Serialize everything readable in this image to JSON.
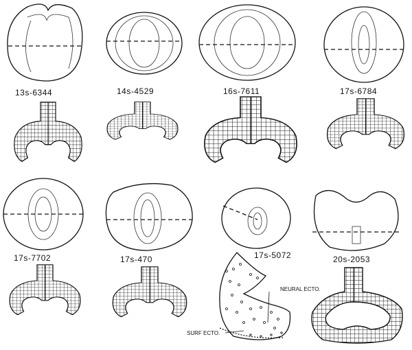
{
  "figure": {
    "panels": [
      {
        "label": "13s-6344"
      },
      {
        "label": "14s-4529"
      },
      {
        "label": "16s-7611"
      },
      {
        "label": "17s-6784"
      },
      {
        "label": "17s-7702"
      },
      {
        "label": "17s-470"
      },
      {
        "label": "17s-5072"
      },
      {
        "label": "20s-2053"
      }
    ],
    "annotations": {
      "neural": "NEURAL ECTO.",
      "surface": "SURF ECTO."
    }
  }
}
